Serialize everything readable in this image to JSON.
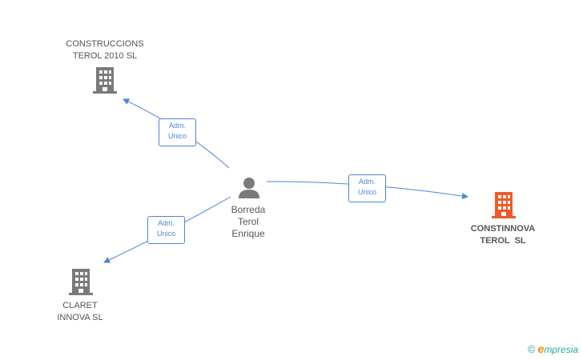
{
  "colors": {
    "edge": "#4a86d8",
    "company": "#7a7a7a",
    "company_highlight": "#f05a28",
    "person": "#7a7a7a"
  },
  "nodes": {
    "person": {
      "label_lines": [
        "Borreda",
        "Terol",
        "Enrique"
      ],
      "icon": "person-icon"
    },
    "construccions": {
      "label_lines": [
        "CONSTRUCCIONS",
        "TEROL 2010 SL"
      ],
      "icon": "building-icon"
    },
    "claret": {
      "label_lines": [
        "CLARET",
        "INNOVA SL"
      ],
      "icon": "building-icon"
    },
    "constinnova": {
      "label_lines": [
        "CONSTINNOVA",
        "TEROL  SL"
      ],
      "icon": "building-icon"
    }
  },
  "edges": {
    "construccions": {
      "label_lines": [
        "Adm.",
        "Unico"
      ]
    },
    "claret": {
      "label_lines": [
        "Adm.",
        "Unico"
      ]
    },
    "constinnova": {
      "label_lines": [
        "Adm.",
        "Unico"
      ]
    }
  },
  "brand": {
    "copyright": "©",
    "initial": "e",
    "rest": "mpresia"
  }
}
